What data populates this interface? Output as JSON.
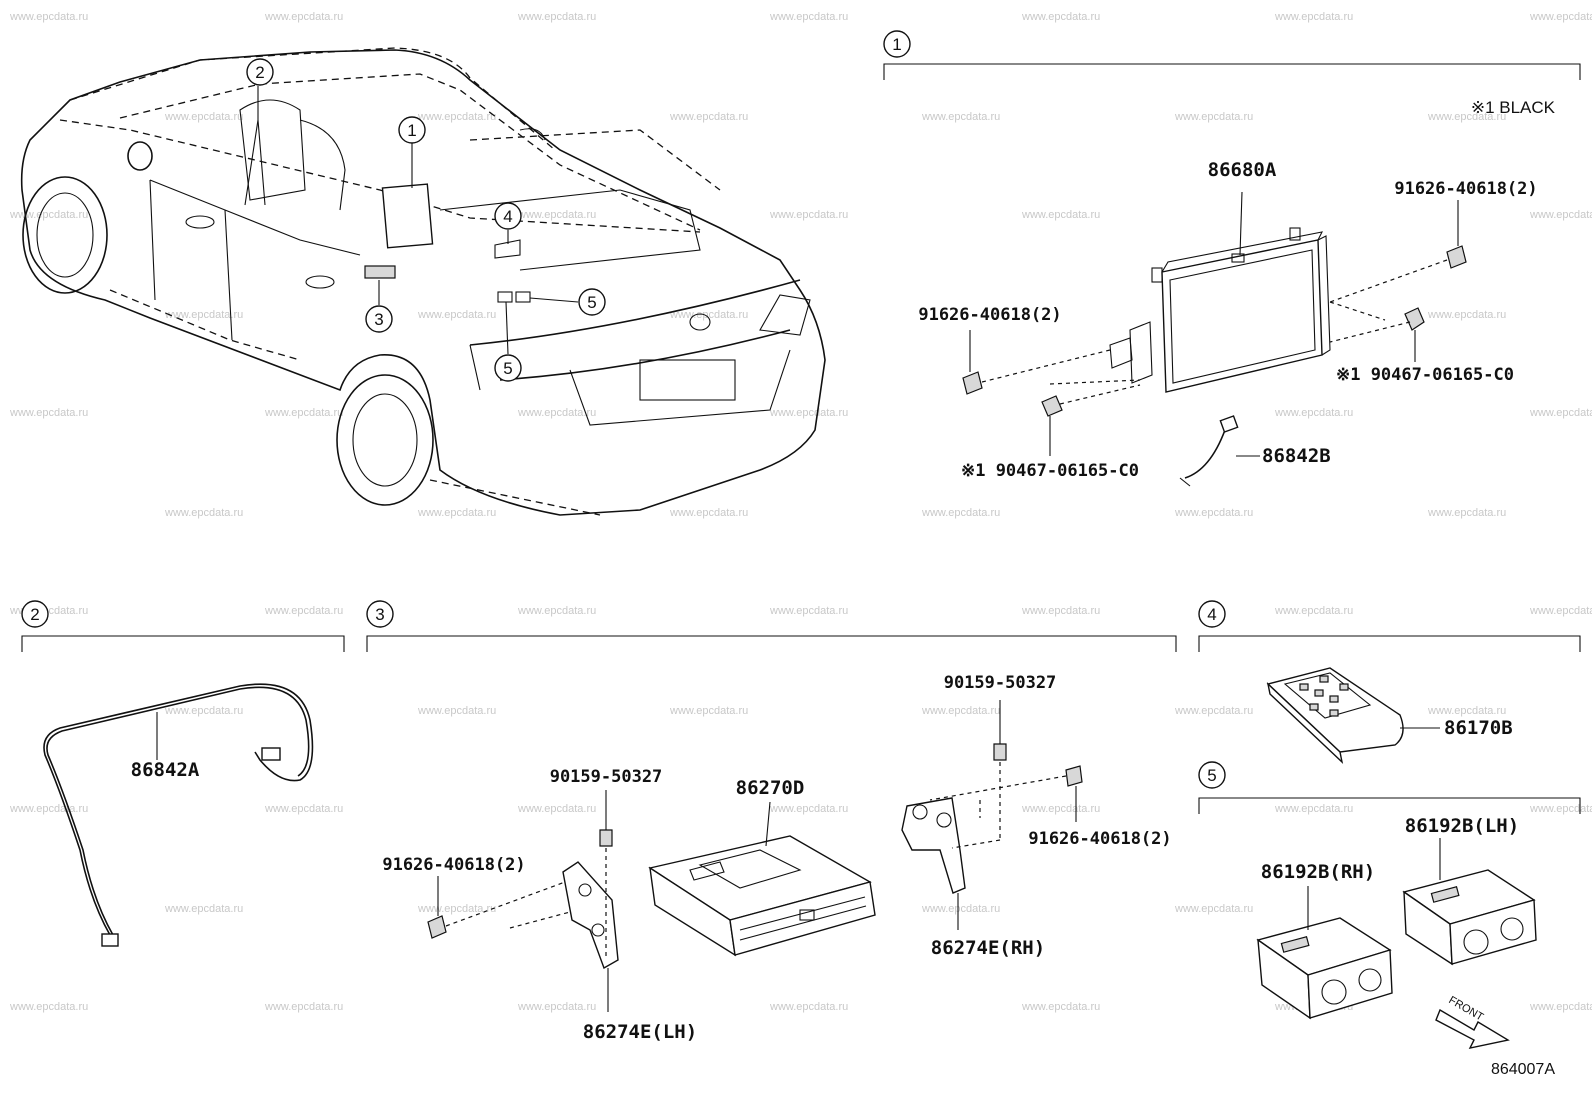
{
  "watermark": "www.epcdata.ru",
  "diagram_code": "864007A",
  "note_black": "※1 BLACK",
  "front_label": "FRONT",
  "callouts": [
    "1",
    "2",
    "3",
    "4",
    "5"
  ],
  "parts": {
    "p86680A": "86680A",
    "p91626_tr": "91626-40618(2)",
    "p91626_ml": "91626-40618(2)",
    "p90467_r": "※1 90467-06165-C0",
    "p90467_b": "※1 90467-06165-C0",
    "p86842B": "86842B",
    "p86842A": "86842A",
    "p90159_l": "90159-50327",
    "p91626_l": "91626-40618(2)",
    "p86270D": "86270D",
    "p86274E_LH": "86274E(LH)",
    "p90159_r": "90159-50327",
    "p91626_r": "91626-40618(2)",
    "p86274E_RH": "86274E(RH)",
    "p86170B": "86170B",
    "p86192B_RH": "86192B(RH)",
    "p86192B_LH": "86192B(LH)"
  }
}
